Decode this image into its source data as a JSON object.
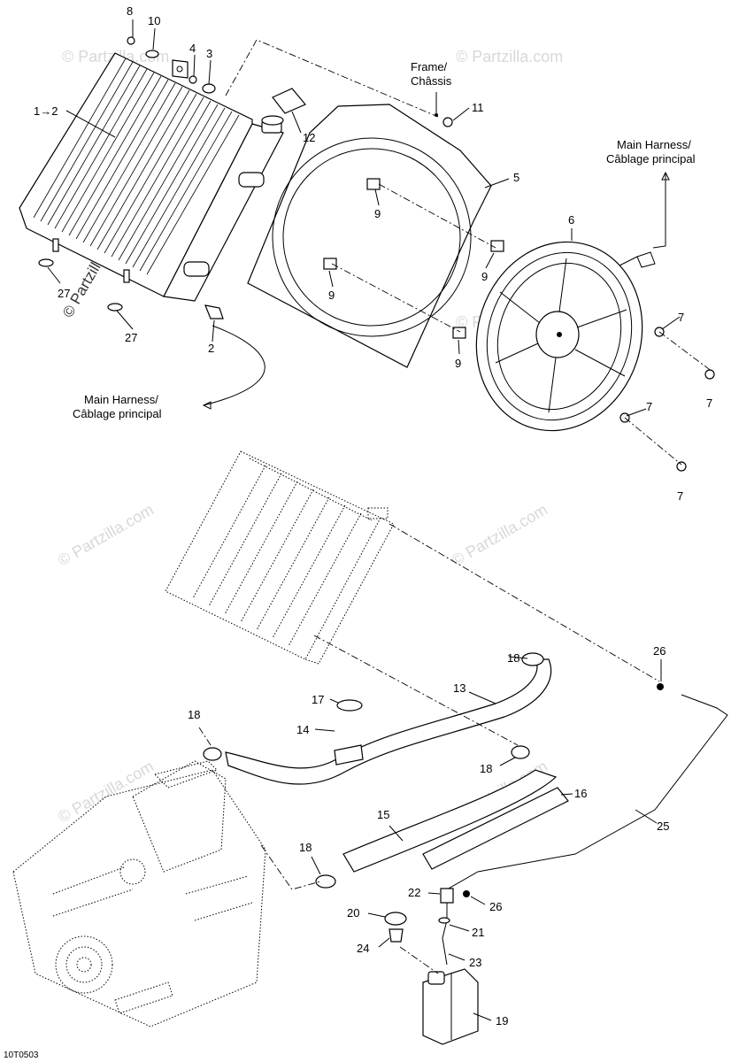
{
  "callouts": {
    "c1_2": "1→2",
    "c2": "2",
    "c3": "3",
    "c4": "4",
    "c5": "5",
    "c6": "6",
    "c7": "7",
    "c8": "8",
    "c9": "9",
    "c10": "10",
    "c11": "11",
    "c12": "12",
    "c13": "13",
    "c14": "14",
    "c15": "15",
    "c16": "16",
    "c17": "17",
    "c18": "18",
    "c19": "19",
    "c20": "20",
    "c21": "21",
    "c22": "22",
    "c23": "23",
    "c24": "24",
    "c25": "25",
    "c26": "26",
    "c27": "27"
  },
  "notes": {
    "frame_en": "Frame/",
    "frame_fr": "Châssis",
    "harness_en": "Main Harness/",
    "harness_fr": "Câblage principal"
  },
  "watermark": {
    "text": "© Partzilla.com"
  },
  "figure_code": "10T0503"
}
